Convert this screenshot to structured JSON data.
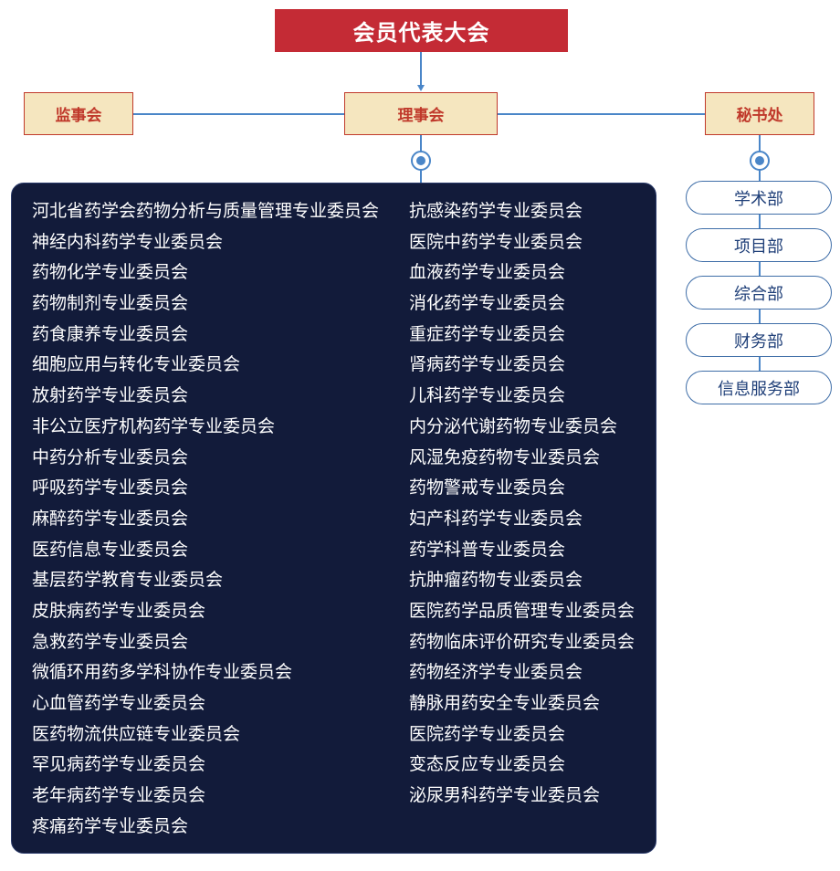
{
  "top": {
    "title": "会员代表大会"
  },
  "level2": {
    "supervisory": "监事会",
    "council": "理事会",
    "secretariat": "秘书处"
  },
  "committees": {
    "left": [
      "河北省药学会药物分析与质量管理专业委员会",
      "神经内科药学专业委员会",
      "药物化学专业委员会",
      "药物制剂专业委员会",
      "药食康养专业委员会",
      "细胞应用与转化专业委员会",
      "放射药学专业委员会",
      "非公立医疗机构药学专业委员会",
      "中药分析专业委员会",
      "呼吸药学专业委员会",
      "麻醉药学专业委员会",
      "医药信息专业委员会",
      "基层药学教育专业委员会",
      "皮肤病药学专业委员会",
      "急救药学专业委员会",
      "微循环用药多学科协作专业委员会",
      "心血管药学专业委员会",
      "医药物流供应链专业委员会",
      "罕见病药学专业委员会",
      "老年病药学专业委员会",
      "疼痛药学专业委员会"
    ],
    "right": [
      "抗感染药学专业委员会",
      "医院中药学专业委员会",
      "血液药学专业委员会",
      "消化药学专业委员会",
      "重症药学专业委员会",
      "肾病药学专业委员会",
      "儿科药学专业委员会",
      "内分泌代谢药物专业委员会",
      "风湿免疫药物专业委员会",
      "药物警戒专业委员会",
      "妇产科药学专业委员会",
      "药学科普专业委员会",
      "抗肿瘤药物专业委员会",
      "医院药学品质管理专业委员会",
      "药物临床评价研究专业委员会",
      "药物经济学专业委员会",
      "静脉用药安全专业委员会",
      "医院药学专业委员会",
      "变态反应专业委员会",
      "泌尿男科药学专业委员会"
    ]
  },
  "departments": [
    "学术部",
    "项目部",
    "综合部",
    "财务部",
    "信息服务部"
  ],
  "colors": {
    "top_box": "#c42b35",
    "beige_box": "#f5e6bf",
    "beige_text": "#c0392b",
    "panel": "#121b3a",
    "connector": "#4a86c8",
    "pill_text": "#1f3f78"
  }
}
